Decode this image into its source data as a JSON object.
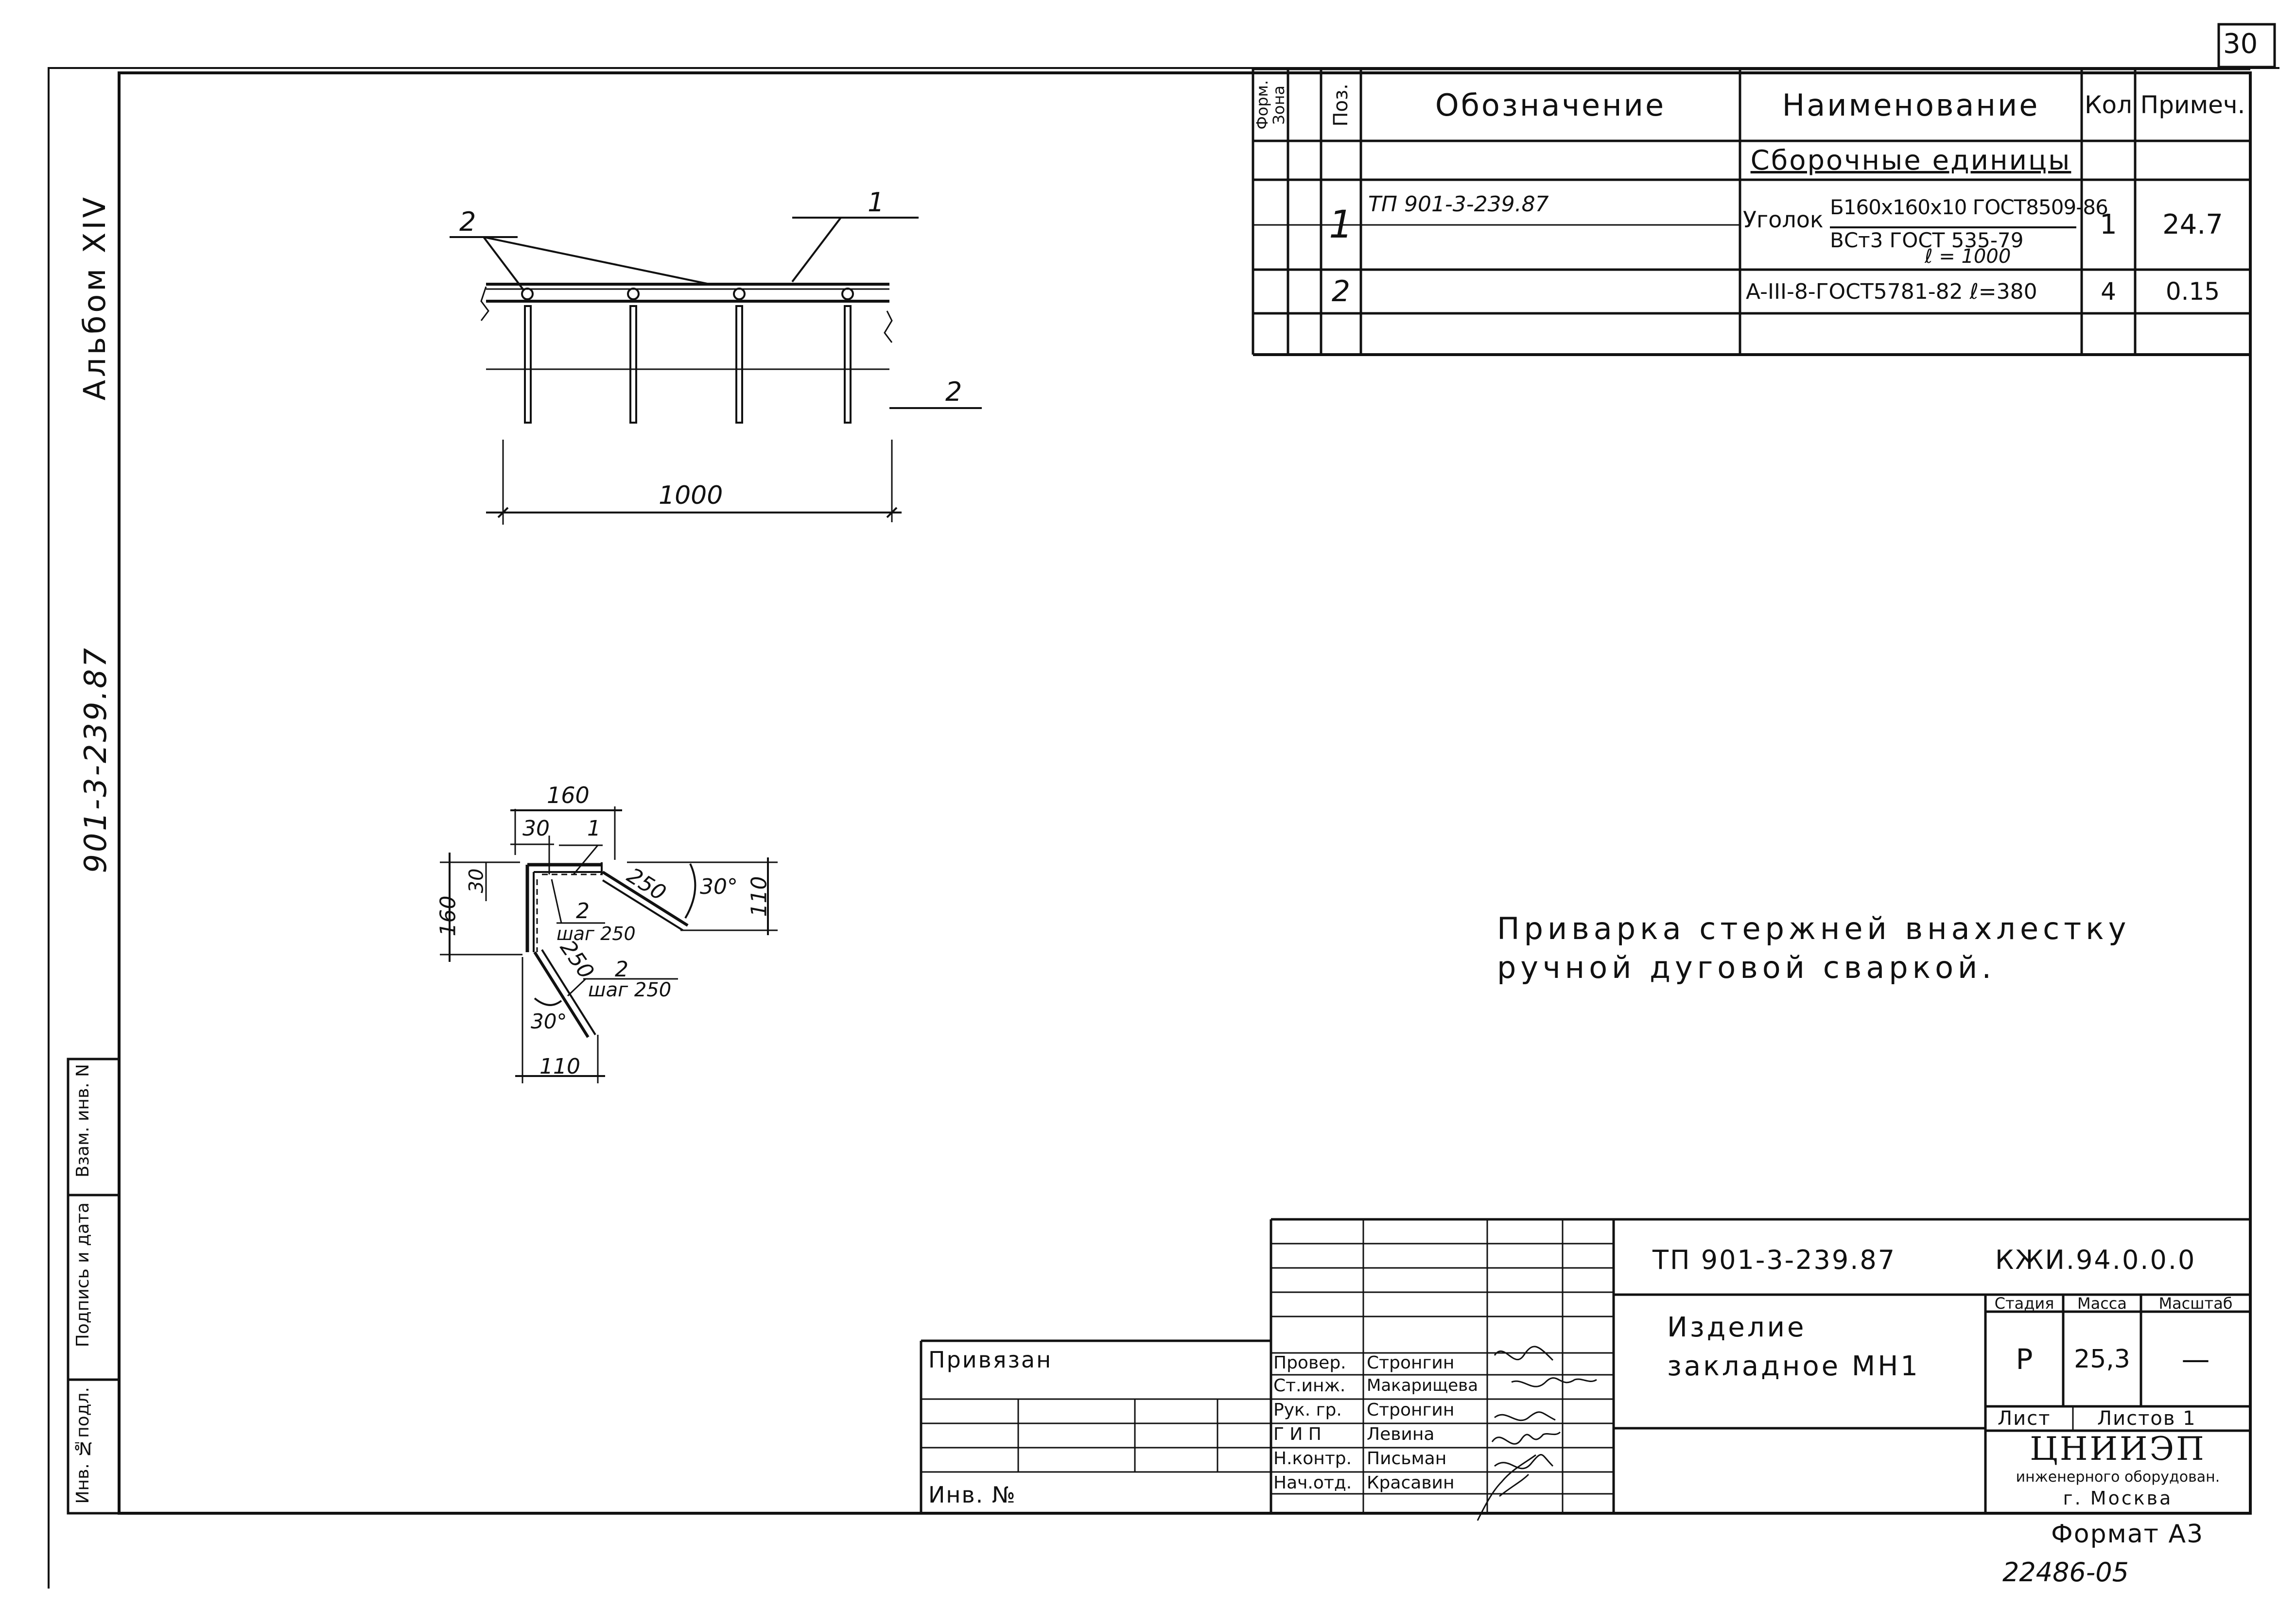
{
  "sheet": {
    "page_number": "30",
    "album_label": "Альбом XIV",
    "project_code_side": "901-3-239.87",
    "side_stamp": [
      "Инв. №подл.",
      "Подпись и дата",
      "Взам. инв. N"
    ]
  },
  "spec_table": {
    "headers": {
      "form": "Форм.",
      "zone": "Зона",
      "pos": "Поз.",
      "designation": "Обозначение",
      "name": "Наименование",
      "qty": "Кол",
      "note": "Примеч."
    },
    "section_title": "Сборочные единицы",
    "rows": [
      {
        "pos": "1",
        "designation": "ТП 901-3-239.87",
        "name_prefix": "Уголок",
        "name_top": "Б160x160x10 ГОСТ8509-86",
        "name_bottom": "ВСт3 ГОСТ 535-79",
        "name_length": "ℓ = 1000",
        "qty": "1",
        "note": "24.7"
      },
      {
        "pos": "2",
        "designation": "",
        "name": "A-III-8-ГОСТ5781-82 ℓ=380",
        "qty": "4",
        "note": "0.15"
      }
    ]
  },
  "drawing_top": {
    "labels": {
      "pos1": "1",
      "pos2_left": "2",
      "pos2_right": "2"
    },
    "dimension": "1000"
  },
  "drawing_section": {
    "dims": [
      "160",
      "30",
      "1",
      "30",
      "250",
      "30°",
      "110",
      "160",
      "2",
      "шаг 250",
      "250",
      "2",
      "шаг 250",
      "30°",
      "110"
    ]
  },
  "note_text": {
    "line1": "Приварка стержней внахлестку",
    "line2": "ручной дуговой сваркой."
  },
  "title_block": {
    "bound_label": "Привязан",
    "inv_label": "Инв. №",
    "code": "ТП 901-3-239.87",
    "doc_code": "КЖИ.94.0.0.0",
    "title_line1": "Изделие",
    "title_line2": "закладное МН1",
    "stage_header": "Стадия",
    "mass_header": "Масса",
    "scale_header": "Масштаб",
    "stage": "Р",
    "mass": "25,3",
    "scale": "—",
    "sheet_label": "Лист",
    "sheets_label": "Листов 1",
    "org_name": "ЦНИИЭП",
    "org_line2": "инженерного оборудован.",
    "org_line3": "г. Москва",
    "format": "Формат А3",
    "archive_number": "22486-05",
    "staff": [
      {
        "role": "Провер.",
        "name": "Стронгин"
      },
      {
        "role": "Ст.инж.",
        "name": "Макарищева"
      },
      {
        "role": "Рук. гр.",
        "name": "Стронгин"
      },
      {
        "role": "Г И П",
        "name": "Левина"
      },
      {
        "role": "Н.контр.",
        "name": "Письман"
      },
      {
        "role": "Нач.отд.",
        "name": "Красавин"
      }
    ]
  }
}
